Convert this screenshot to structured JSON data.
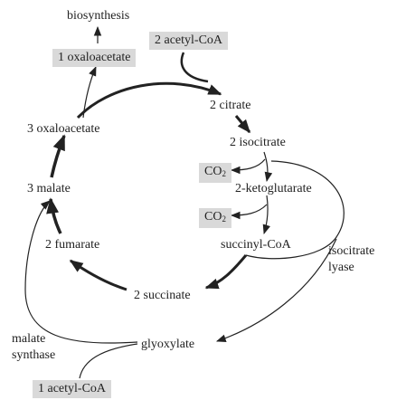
{
  "diagram": {
    "nodes": {
      "biosynthesis": "biosynthesis",
      "oxaloacetate_1": "1 oxaloacetate",
      "acetyl_coa_2": "2 acetyl-CoA",
      "citrate_2": "2 citrate",
      "oxaloacetate_3": "3 oxaloacetate",
      "isocitrate_2": "2 isocitrate",
      "co2_a": {
        "base": "CO",
        "sub": "2"
      },
      "ketoglutarate_2": "2-ketoglutarate",
      "malate_3": "3 malate",
      "co2_b": {
        "base": "CO",
        "sub": "2"
      },
      "fumarate_2": "2 fumarate",
      "succinyl_coa": "succinyl-CoA",
      "succinate_2": "2 succinate",
      "glyoxylate": "glyoxylate",
      "acetyl_coa_1": "1 acetyl-CoA"
    },
    "enzymes": {
      "isocitrate_lyase": "isocitrate\nlyase",
      "malate_synthase": "malate\nsynthase"
    },
    "colors": {
      "box_fill": "#d9d9d9",
      "line": "#222222"
    }
  }
}
